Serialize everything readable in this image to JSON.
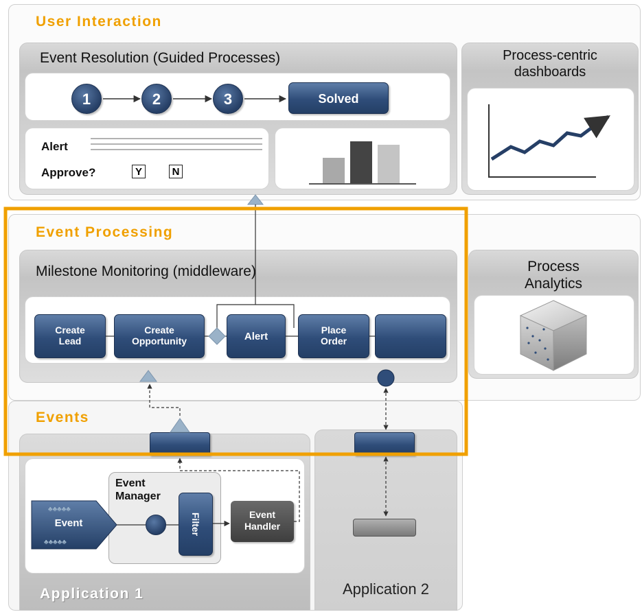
{
  "sections": {
    "user_interaction": "User Interaction",
    "event_processing": "Event Processing",
    "events": "Events"
  },
  "event_resolution": {
    "title": "Event Resolution (Guided Processes)",
    "steps": [
      "1",
      "2",
      "3"
    ],
    "solved": "Solved",
    "alert_label": "Alert",
    "approve_label": "Approve?",
    "yes": "Y",
    "no": "N"
  },
  "dashboards": {
    "title_line1": "Process-centric",
    "title_line2": "dashboards"
  },
  "milestone": {
    "title": "Milestone Monitoring (middleware)",
    "create_lead_1": "Create",
    "create_lead_2": "Lead",
    "create_opp_1": "Create",
    "create_opp_2": "Opportunity",
    "alert": "Alert",
    "place_order_1": "Place",
    "place_order_2": "Order"
  },
  "analytics": {
    "title_line1": "Process",
    "title_line2": "Analytics"
  },
  "app1": {
    "label": "Application 1",
    "event": "Event",
    "event_manager_1": "Event",
    "event_manager_2": "Manager",
    "filter": "Filter",
    "event_handler_1": "Event",
    "event_handler_2": "Handler"
  },
  "app2": {
    "label": "Application 2"
  },
  "colors": {
    "accent": "#f0a000",
    "navy": "#2f4d79",
    "highlight_border": "#f0a000"
  }
}
